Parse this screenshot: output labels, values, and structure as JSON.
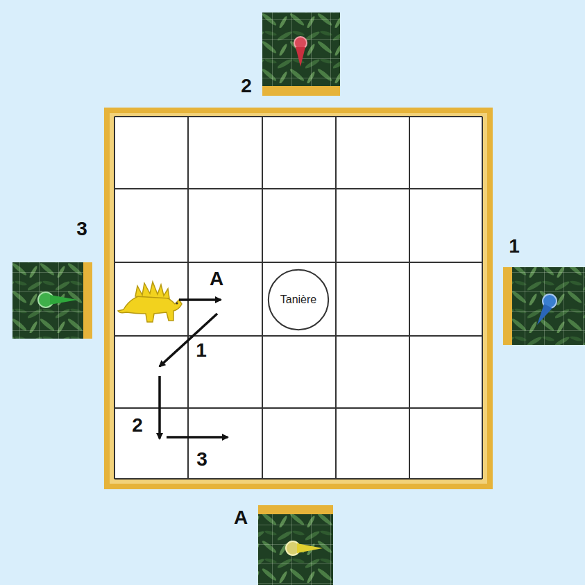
{
  "diagram": {
    "nodes": [
      {
        "text": [
          "Tanière"
        ]
      }
    ],
    "labels": [
      "2",
      "3",
      "1",
      "A",
      "A",
      "1",
      "2",
      "3"
    ]
  }
}
